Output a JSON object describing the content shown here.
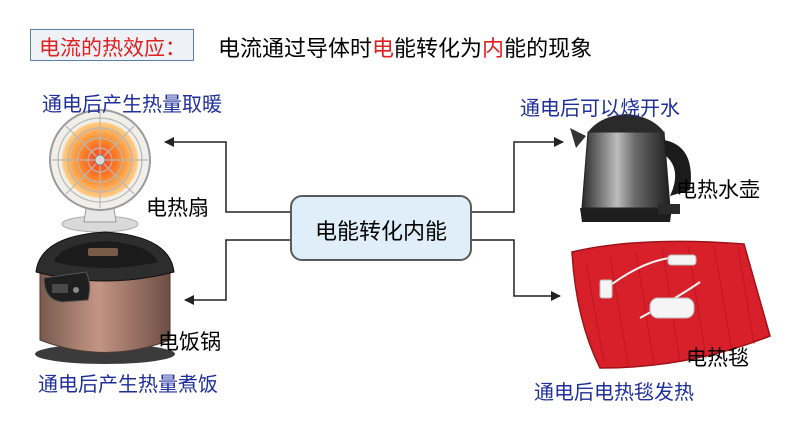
{
  "title": {
    "term": "电流的热效应：",
    "definition_parts": [
      "电流通过导体时",
      "电",
      "能转化为",
      "内",
      "能的现象"
    ]
  },
  "center": {
    "label": "电能转化内能"
  },
  "devices": {
    "heater": {
      "label": "电热扇",
      "caption": "通电后产生热量取暖"
    },
    "rice_cooker": {
      "label": "电饭锅",
      "caption": "通电后产生热量煮饭"
    },
    "kettle": {
      "label": "电热水壶",
      "caption": "通电后可以烧开水"
    },
    "blanket": {
      "label": "电热毯",
      "caption": "通电后电热毯发热"
    }
  },
  "colors": {
    "highlight_red": "#e02020",
    "caption_blue": "#1f2f9a",
    "center_box_fill": "#dfeef8",
    "title_box_fill": "#eef2f7",
    "title_box_border": "#5b7fa6"
  }
}
